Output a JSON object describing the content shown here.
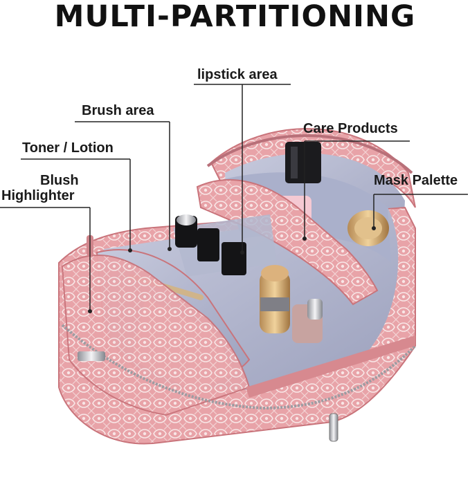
{
  "title": "MULTI-PARTITIONING",
  "labels": {
    "lipstick": "lipstick area",
    "brush": "Brush area",
    "care": "Care Products",
    "toner": "Toner / Lotion",
    "mask": "Mask Palette",
    "blush_line1": "Blush",
    "blush_line2": "Highlighter"
  },
  "colors": {
    "bag_pink": "#e8a3a8",
    "bag_pink_dark": "#d47f86",
    "lace_white": "#f6e4e4",
    "lining": "#b9bdd3",
    "lining_dark": "#9ea3bf",
    "leader_line": "#222222"
  }
}
